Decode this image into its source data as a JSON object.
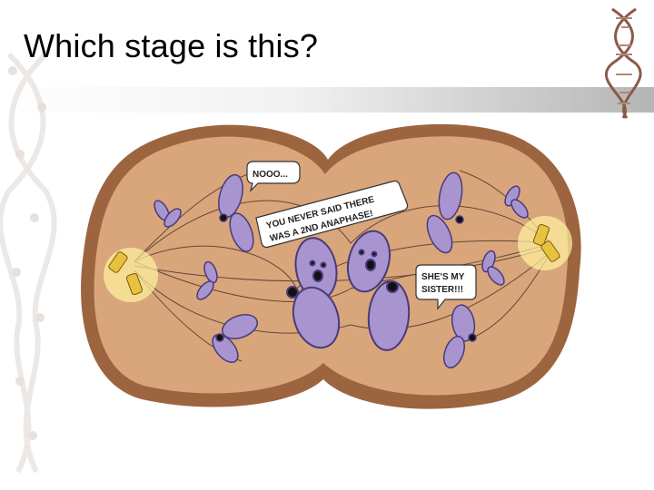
{
  "slide": {
    "title": "Which stage is this?"
  },
  "cartoon": {
    "bubble_nooo": "NOOO...",
    "bubble_anaphase_line1": "YOU NEVER SAID THERE",
    "bubble_anaphase_line2": "WAS A 2ND ANAPHASE!",
    "bubble_sister_line1": "SHE'S MY",
    "bubble_sister_line2": "SISTER!!!"
  },
  "colors": {
    "cell_fill": "#d9a57a",
    "cell_border": "#9c6540",
    "chromosome": "#a894cf",
    "chromosome_dark": "#5a4a8a",
    "centriole": "#e8c23c",
    "glow": "#fff3a0"
  },
  "icons": [
    "dna-helix-icon",
    "centriole-icon"
  ]
}
